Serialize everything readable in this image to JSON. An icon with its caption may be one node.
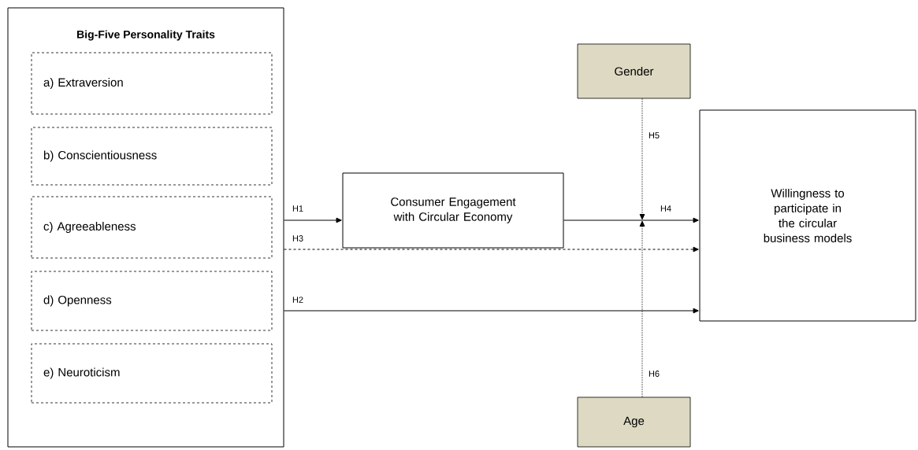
{
  "diagram": {
    "nodes": [
      {
        "text": [
          "Big-Five Personality Traits"
        ]
      },
      {
        "text": [
          "a) Extraversion"
        ],
        "in": 0
      },
      {
        "text": [
          "b) Conscientiousness"
        ],
        "in": 0
      },
      {
        "text": [
          "c) Agreeableness"
        ],
        "in": 0
      },
      {
        "text": [
          "d) Openness"
        ],
        "in": 0
      },
      {
        "text": [
          "e) Neuroticism"
        ],
        "in": 0
      },
      {
        "text": [
          "Consumer Engagement with Circular Economy"
        ]
      },
      {
        "text": [
          "Willingness to participate in the circular business models"
        ]
      },
      {
        "text": [
          "Gender"
        ]
      },
      {
        "text": [
          "Age"
        ]
      }
    ],
    "edges": [
      {
        "from": 0,
        "to": 6,
        "arrow": "to",
        "label": "H1"
      },
      {
        "from": 0,
        "to": 7,
        "arrow": "to",
        "label": "H3",
        "style": "dashed"
      },
      {
        "from": 0,
        "to": 7,
        "arrow": "to",
        "label": "H2"
      },
      {
        "from": 6,
        "to": 7,
        "arrow": "to",
        "label": "H4"
      },
      {
        "from": 8,
        "to": null,
        "arrow": "to",
        "label": "H5",
        "style": "dashed"
      },
      {
        "from": 9,
        "to": null,
        "arrow": "to",
        "label": "H6",
        "style": "dashed"
      }
    ]
  }
}
